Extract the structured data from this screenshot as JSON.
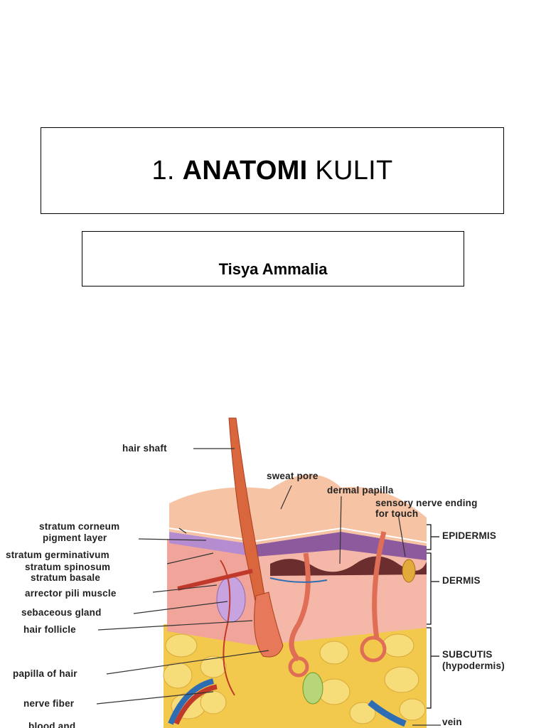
{
  "slide": {
    "title_number": "1.",
    "title_bold": "ANATOMI",
    "title_rest": "KULIT",
    "author": "Tisya Ammalia"
  },
  "diagram": {
    "labels_left": [
      "hair shaft",
      "stratum corneum",
      "pigment layer",
      "stratum germinativum",
      "stratum spinosum",
      "stratum basale",
      "arrector pili muscle",
      "sebaceous gland",
      "hair follicle",
      "papilla of hair",
      "nerve fiber",
      "blood and"
    ],
    "labels_top": [
      "sweat pore",
      "dermal papilla",
      "sensory nerve ending",
      "for touch"
    ],
    "labels_right": [
      "EPIDERMIS",
      "DERMIS",
      "SUBCUTIS",
      "(hypodermis)",
      "vein"
    ]
  }
}
